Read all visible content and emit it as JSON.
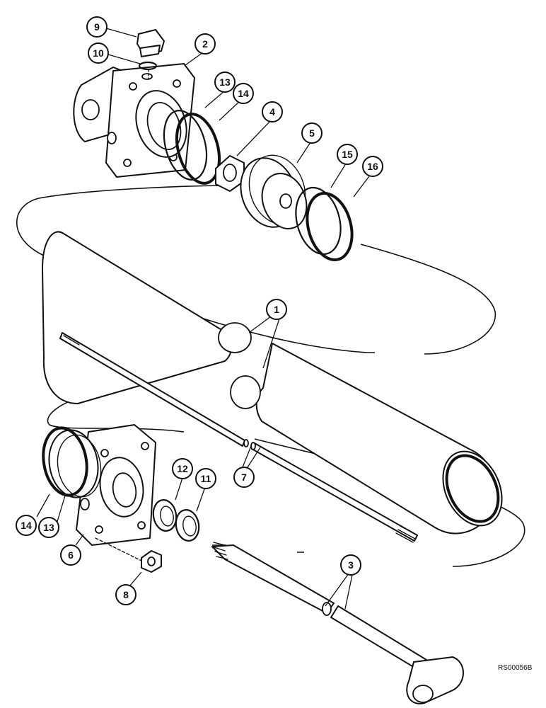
{
  "diagram": {
    "drawing_code": "RS00056B",
    "callouts": {
      "c1": "1",
      "c2": "2",
      "c3": "3",
      "c4": "4",
      "c5": "5",
      "c6": "6",
      "c7": "7",
      "c8": "8",
      "c9": "9",
      "c10": "10",
      "c11": "11",
      "c12": "12",
      "c13a": "13",
      "c13b": "13",
      "c14a": "14",
      "c14b": "14",
      "c15": "15",
      "c16": "16"
    }
  }
}
